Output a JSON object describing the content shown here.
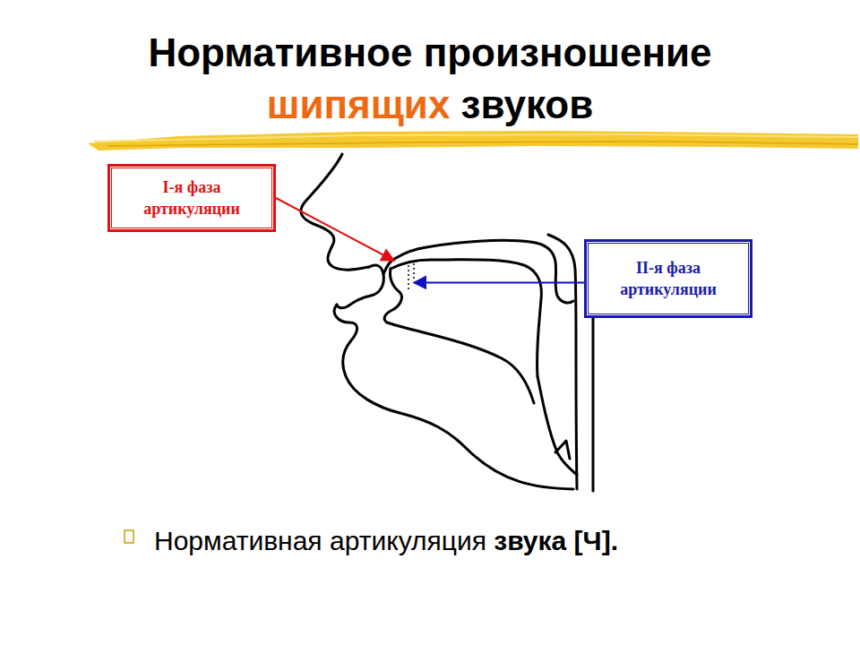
{
  "diagram": {
    "title": "Нормативное произношение шипящих звуков",
    "caption": "Нормативная артикуляция звука [Ч].",
    "nodes": [
      {
        "text": [
          "I-я фаза артикуляции"
        ]
      },
      {
        "text": [
          "II-я фаза артикуляции"
        ]
      }
    ]
  }
}
